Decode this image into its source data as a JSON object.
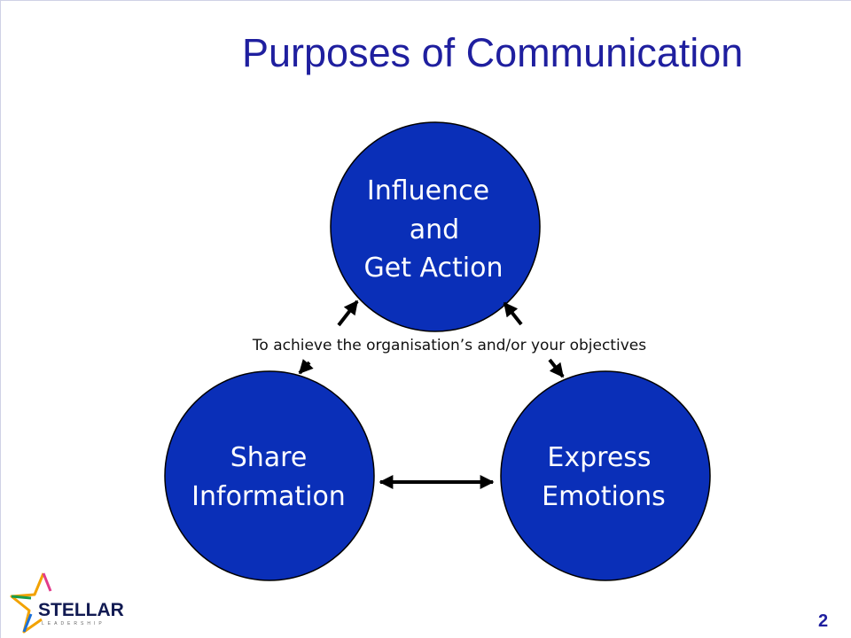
{
  "slide": {
    "title": "Purposes of Communication",
    "page_number": "2"
  },
  "diagram": {
    "nodes": [
      {
        "id": "influence",
        "lines": [
          "Influence",
          "and",
          "Get Action"
        ]
      },
      {
        "id": "share",
        "lines": [
          "Share",
          "Information"
        ]
      },
      {
        "id": "express",
        "lines": [
          "Express",
          "Emotions"
        ]
      }
    ],
    "caption": "To achieve the organisation’s and/or your objectives",
    "node_color": "#0a2fb8",
    "text_color": "#ffffff"
  },
  "logo": {
    "text": "STELLAR",
    "subtext": "LEADERSHIP",
    "colors": [
      "#e23b8a",
      "#f2a200",
      "#1a9c4a",
      "#1a6fd8"
    ]
  }
}
